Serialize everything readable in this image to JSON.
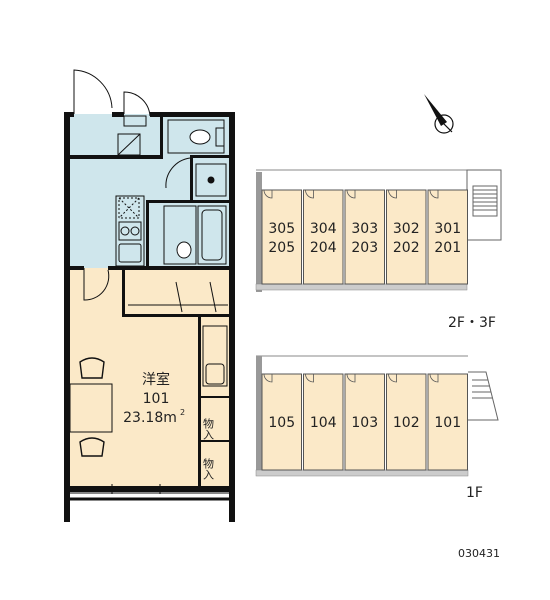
{
  "room": {
    "type_label": "洋室",
    "number": "101",
    "area": "23.18m",
    "area_unit_sup": "2"
  },
  "storage": {
    "label_1": "物入",
    "label_2": "物入"
  },
  "site_plan": {
    "upper_units": [
      {
        "top": "305",
        "bottom": "205"
      },
      {
        "top": "304",
        "bottom": "204"
      },
      {
        "top": "303",
        "bottom": "203"
      },
      {
        "top": "302",
        "bottom": "202"
      },
      {
        "top": "301",
        "bottom": "201"
      }
    ],
    "upper_floor_label": "2F・3F",
    "lower_units": [
      "105",
      "104",
      "103",
      "102",
      "101"
    ],
    "lower_floor_label": "1F"
  },
  "code": "030431",
  "compass": {
    "icon": "north-arrow-icon"
  },
  "colors": {
    "wet_area": "#cfe6ec",
    "room_floor": "#fbe9c8",
    "wall": "#111111"
  }
}
